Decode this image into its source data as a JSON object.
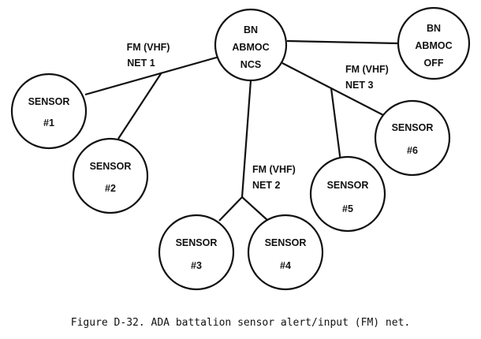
{
  "nodes": {
    "ncs": {
      "lines": [
        "BN",
        "ABMOC",
        "NCS"
      ]
    },
    "off": {
      "lines": [
        "BN",
        "ABMOC",
        "OFF"
      ]
    },
    "s1": {
      "lines": [
        "SENSOR",
        "#1"
      ]
    },
    "s2": {
      "lines": [
        "SENSOR",
        "#2"
      ]
    },
    "s3": {
      "lines": [
        "SENSOR",
        "#3"
      ]
    },
    "s4": {
      "lines": [
        "SENSOR",
        "#4"
      ]
    },
    "s5": {
      "lines": [
        "SENSOR",
        "#5"
      ]
    },
    "s6": {
      "lines": [
        "SENSOR",
        "#6"
      ]
    }
  },
  "nets": {
    "net1": {
      "lines": [
        "FM (VHF)",
        "NET 1"
      ]
    },
    "net2": {
      "lines": [
        "FM (VHF)",
        "NET 2"
      ]
    },
    "net3": {
      "lines": [
        "FM (VHF)",
        "NET 3"
      ]
    }
  },
  "caption": "Figure D-32. ADA battalion sensor alert/input (FM) net."
}
